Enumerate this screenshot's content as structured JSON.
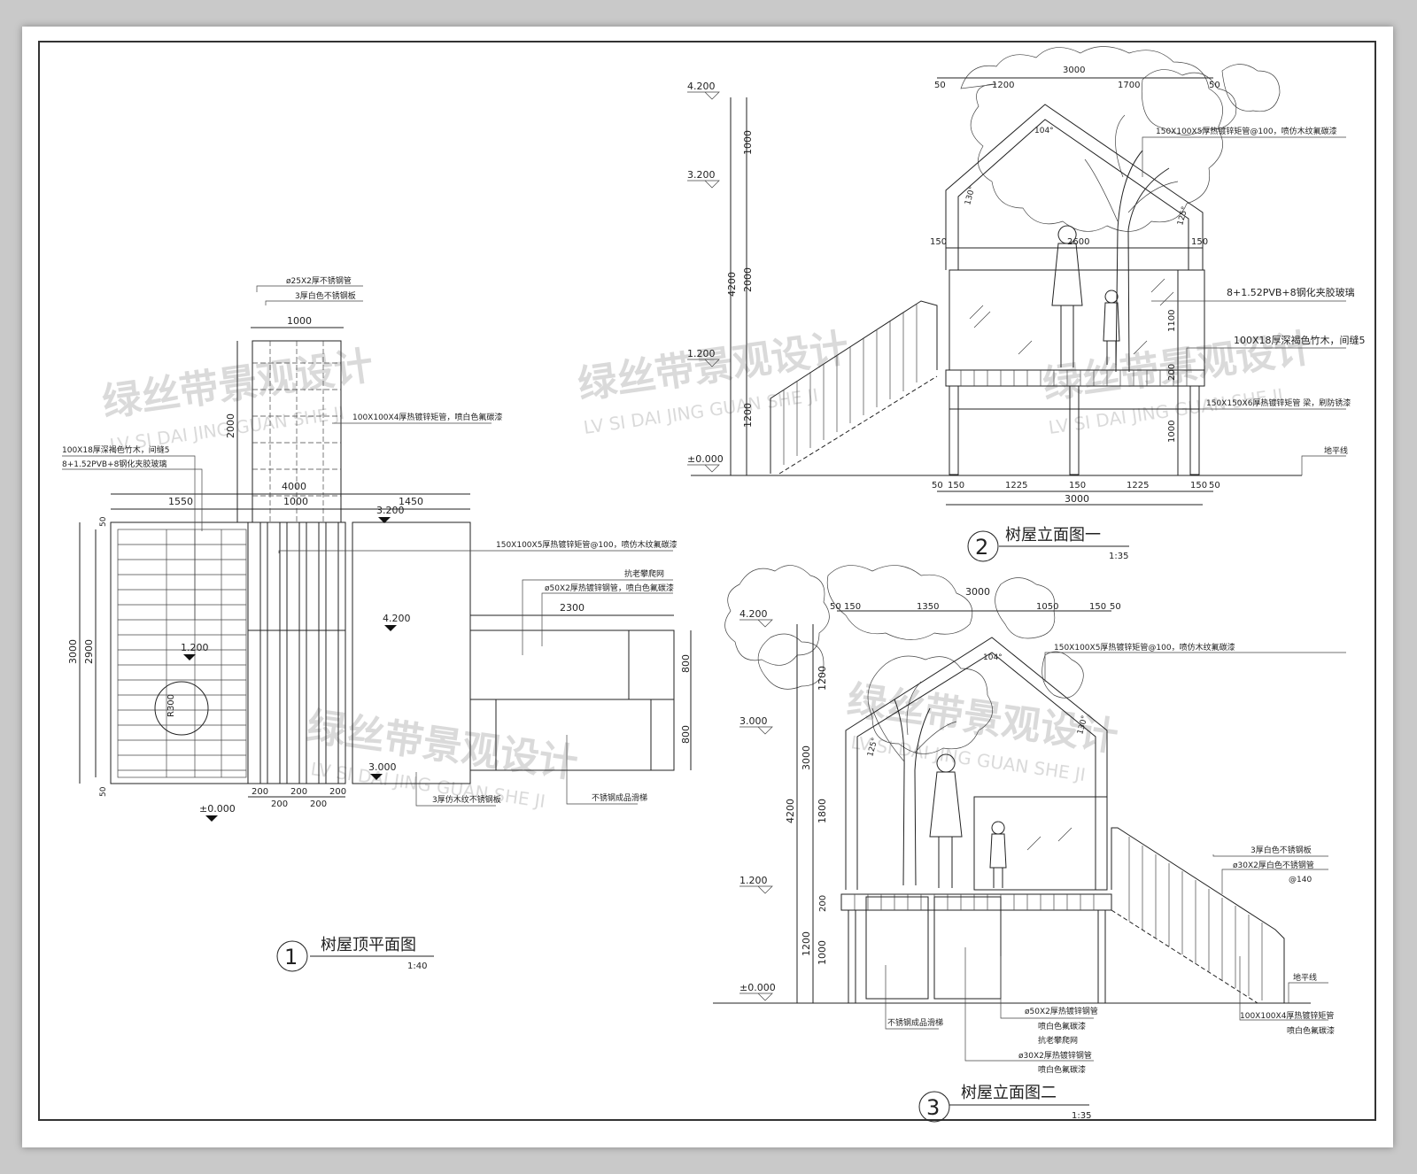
{
  "watermark": {
    "cn": "绿丝带景观设计",
    "en": "LV SI DAI JING GUAN SHE JI"
  },
  "plan": {
    "title": "树屋顶平面图",
    "number": "1",
    "scale": "1:40",
    "notes": {
      "tube25": "ø25X2厚不锈钢管",
      "plate3_white": "3厚白色不锈钢板",
      "tube100": "100X100X4厚热镀锌矩管，喷白色氟碳漆",
      "wood100": "100X18厚深褐色竹木，间缝5",
      "glass": "8+1.52PVB+8钢化夹胶玻璃",
      "tube150": "150X100X5厚热镀锌矩管@100，喷仿木纹氟碳漆",
      "net": "抗老攀爬网",
      "tube50": "ø50X2厚热镀锌钢管，喷白色氟碳漆",
      "plate3_wood": "3厚仿木纹不锈钢板",
      "slide": "不锈钢成品滑梯"
    },
    "dims": {
      "w1000_top": "1000",
      "h2000": "2000",
      "w4000": "4000",
      "w1000_mid": "1000",
      "w1550": "1550",
      "w1450": "1450",
      "w2300": "2300",
      "h3000": "3000",
      "h2900": "2900",
      "h50a": "50",
      "h50b": "50",
      "h800a": "800",
      "h800b": "800",
      "r300": "R300",
      "b200a": "200",
      "b200b": "200",
      "b200c": "200",
      "b200d": "200",
      "b200e": "200"
    },
    "levels": {
      "l3200": "3.200",
      "l4200": "4.200",
      "l1200": "1.200",
      "l3000": "3.000",
      "l0": "±0.000"
    }
  },
  "elev1": {
    "title": "树屋立面图一",
    "number": "2",
    "scale": "1:35",
    "levels": {
      "l4200": "4.200",
      "l3200": "3.200",
      "l1200": "1.200",
      "l0": "±0.000"
    },
    "vdims": {
      "d1000": "1000",
      "d2000": "2000",
      "d4200": "4200",
      "d1200": "1200",
      "d1100": "1100",
      "d200": "200",
      "d1000b": "1000"
    },
    "top_dims": {
      "a": "50",
      "b": "1200",
      "c": "3000",
      "d": "1700",
      "e": "50"
    },
    "mid_dims": {
      "a": "150",
      "b": "2600",
      "c": "150"
    },
    "bottom_dims": {
      "a": "50",
      "b": "150",
      "c": "1225",
      "d": "150",
      "e": "1225",
      "f": "150",
      "g": "50",
      "total": "3000"
    },
    "angles": {
      "a1": "104°",
      "a2": "130°",
      "a3": "125°"
    },
    "notes": {
      "n1": "150X100X5厚热镀锌矩管@100，喷仿木纹氟碳漆",
      "n2": "8+1.52PVB+8钢化夹胶玻璃",
      "n3": "100X18厚深褐色竹木，间缝5",
      "n4": "150X150X6厚热镀锌矩管 梁，刷防锈漆",
      "n5": "地平线"
    }
  },
  "elev2": {
    "title": "树屋立面图二",
    "number": "3",
    "scale": "1:35",
    "levels": {
      "l4200": "4.200",
      "l3000": "3.000",
      "l1200": "1.200",
      "l0": "±0.000"
    },
    "vdims": {
      "d1200": "1200",
      "d3000": "3000",
      "d4200": "4200",
      "d1800": "1800",
      "d200": "200",
      "d1200b": "1200",
      "d1000": "1000"
    },
    "top_dims": {
      "a": "50",
      "b": "150",
      "c": "1350",
      "d": "3000",
      "e": "1050",
      "f": "150",
      "g": "50"
    },
    "angles": {
      "a1": "104°",
      "a2": "130°",
      "a3": "125°"
    },
    "notes": {
      "n1": "150X100X5厚热镀锌矩管@100，喷仿木纹氟碳漆",
      "n2": "3厚白色不锈钢板",
      "n3": "ø30X2厚白色不锈钢管",
      "n3b": "@140",
      "n4": "地平线",
      "n5": "100X100X4厚热镀锌矩管",
      "n5b": "喷白色氟碳漆",
      "n6": "不锈钢成品滑梯",
      "n7": "ø50X2厚热镀锌钢管",
      "n7b": "喷白色氟碳漆",
      "n7c": "抗老攀爬网",
      "n8": "ø30X2厚热镀锌钢管",
      "n8b": "喷白色氟碳漆"
    }
  }
}
